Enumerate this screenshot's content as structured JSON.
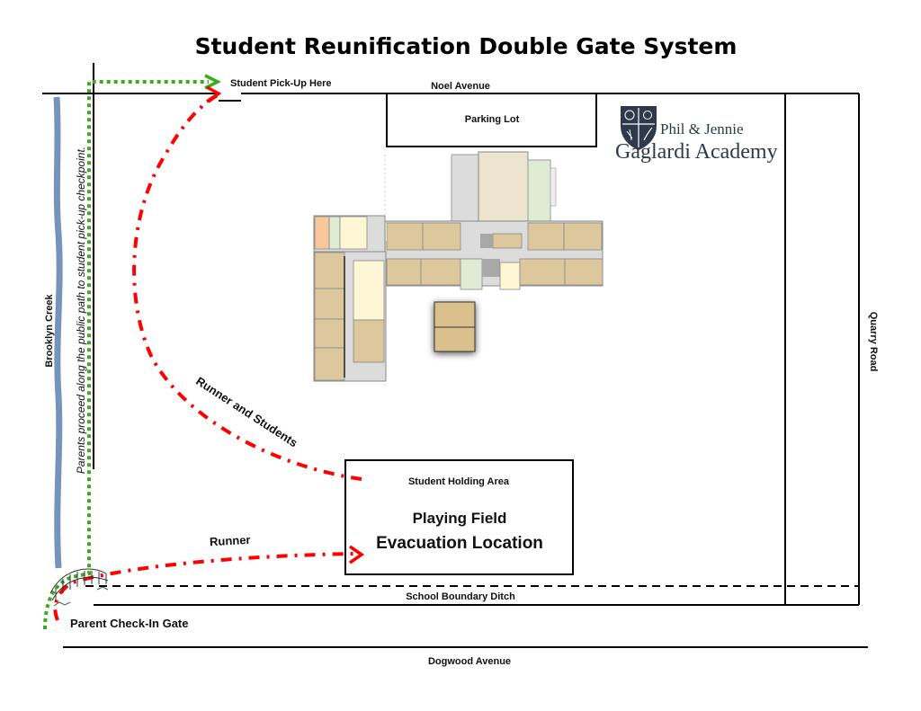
{
  "title": "Student Reunification Double Gate System",
  "school": {
    "name_line1": "Phil & Jennie",
    "name_line2": "Gaglardi Academy",
    "logo_icon": "shield-crest-icon"
  },
  "roads": {
    "north": "Noel Avenue",
    "south": "Dogwood Avenue",
    "east": "Quarry Road",
    "creek": "Brooklyn Creek",
    "ditch": "School Boundary Ditch"
  },
  "areas": {
    "parking": "Parking Lot",
    "holding_title": "Student Holding Area",
    "field_line1": "Playing Field",
    "field_line2": "Evacuation Location"
  },
  "paths": {
    "pickup_label": "Student Pick-Up Here",
    "parent_path_note": "Parents proceed along the public path to student pick-up checkpoint.",
    "runner_students_label": "Runner and Students",
    "runner_label": "Runner",
    "checkin_label": "Parent Check-In Gate"
  },
  "colors": {
    "parent_path": "#3aaa1e",
    "runner_path": "#ff0000",
    "creek": "#7593bd",
    "classroom": "#dcc89c",
    "gym": "#ede4d0",
    "admin": "#fdf7d6",
    "washroom": "#ddecd2",
    "corridor": "#dcdcdc",
    "service": "#a8a8a8",
    "special": "#f8c79a",
    "logo": "#2e3a4b"
  }
}
